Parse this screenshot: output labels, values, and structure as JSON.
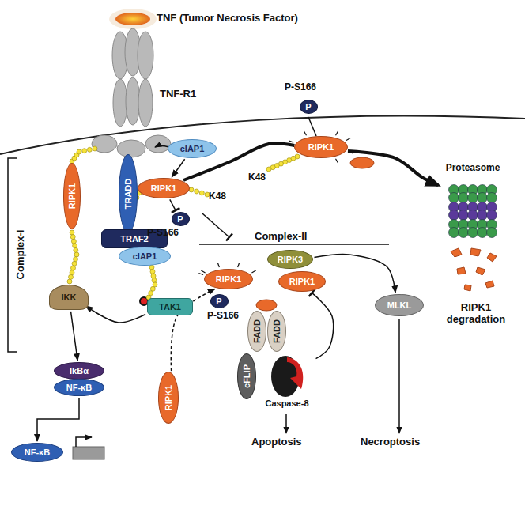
{
  "diagram": {
    "nodes": [
      {
        "text": [
          "RIPK1"
        ]
      },
      {
        "text": [
          "TRADD"
        ]
      },
      {
        "text": [
          "TRAF2"
        ]
      },
      {
        "text": [
          "cIAP1"
        ]
      },
      {
        "text": [
          "TAK1"
        ]
      },
      {
        "text": [
          "IKK"
        ]
      },
      {
        "text": [
          "cIAP1"
        ]
      },
      {
        "text": [
          "RIPK1"
        ]
      },
      {
        "text": [
          "P"
        ]
      },
      {
        "text": [
          "IkBα"
        ]
      },
      {
        "text": [
          "NF-κB"
        ]
      },
      {
        "text": [
          "NF-κB"
        ]
      },
      {
        "text": [
          "RIPK1"
        ]
      },
      {
        "text": [
          "P"
        ]
      },
      {
        "text": [
          "Proteasome"
        ]
      },
      {
        "text": [
          "RIPK1"
        ]
      },
      {
        "text": [
          "P"
        ]
      },
      {
        "text": [
          "RIPK3"
        ]
      },
      {
        "text": [
          "RIPK1"
        ]
      },
      {
        "text": [
          "FADD"
        ]
      },
      {
        "text": [
          "FADD"
        ]
      },
      {
        "text": [
          "cFLIP"
        ]
      },
      {
        "text": [
          "Caspase-8"
        ]
      },
      {
        "text": [
          "MLKL"
        ]
      },
      {
        "text": [
          "RIPK1"
        ]
      }
    ],
    "edges": [
      {
        "from": 4,
        "to": 5,
        "arrow": "to"
      },
      {
        "from": 5,
        "to": 9,
        "arrow": "to"
      },
      {
        "from": 10,
        "to": 11,
        "arrow": "to"
      },
      {
        "from": 6,
        "to": 7,
        "arrow": "to"
      },
      {
        "from": 7,
        "to": 12,
        "arrow": "none"
      },
      {
        "from": 12,
        "to": 14,
        "arrow": "to"
      },
      {
        "from": 7,
        "to": 8,
        "arrow": "to"
      },
      {
        "from": 24,
        "to": 15,
        "arrow": "to"
      },
      {
        "from": 22,
        "to": 18,
        "arrow": "to"
      },
      {
        "from": 17,
        "to": 23,
        "arrow": "to"
      }
    ],
    "labels": [
      "TNF (Tumor Necrosis Factor)",
      "TNF-R1",
      "P-S166",
      "Complex-I",
      "K48",
      "P-S166",
      "K48",
      "Complex-II",
      "P-S166",
      "RIPK1 degradation",
      "Apoptosis",
      "Necroptosis"
    ]
  }
}
